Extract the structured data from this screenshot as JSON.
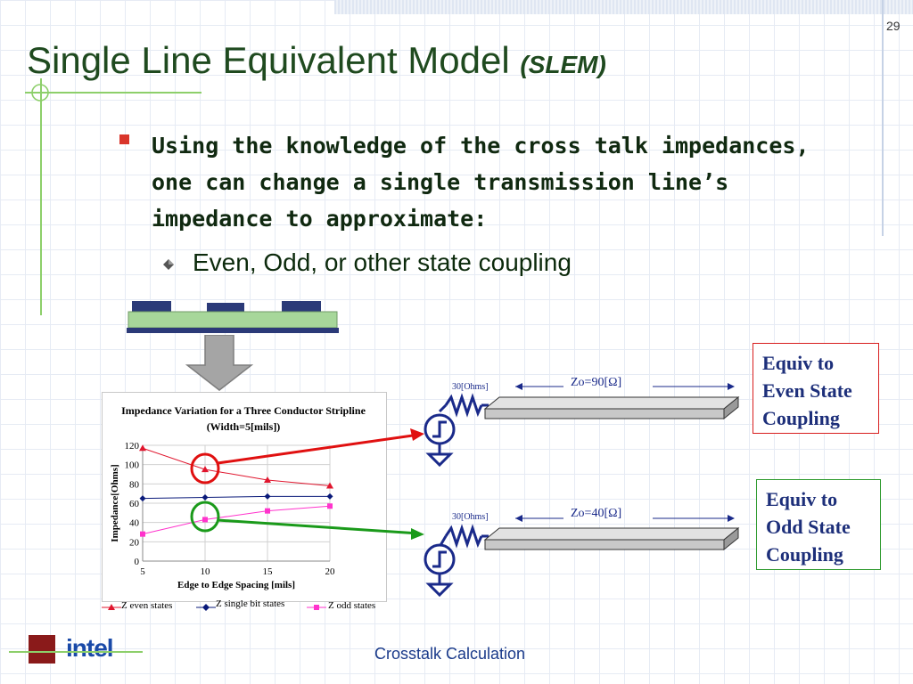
{
  "slide": {
    "number": "29",
    "title": "Single Line Equivalent Model",
    "title_abbr": "(SLEM)",
    "bullet": "Using the knowledge of the cross talk impedances, one can change a single transmission line’s impedance to approximate:",
    "sub_bullet": "Even, Odd, or other state coupling",
    "footer": "Crosstalk Calculation",
    "logo": "intel"
  },
  "colors": {
    "title": "#1f4a1f",
    "bullet_square": "#d9352b",
    "even_series": "#e0152d",
    "single_series": "#0a1a7a",
    "odd_series": "#ff33cc",
    "red_arrow": "#e01010",
    "green_arrow": "#1a9a1a",
    "equiv_text": "#1d2f7a"
  },
  "chart_data": {
    "type": "line",
    "title": "Impedance Variation for a Three Conductor Stripline",
    "subtitle": "(Width=5[mils])",
    "xlabel": "Edge to Edge Spacing [mils]",
    "ylabel": "Impedance[Ohms]",
    "x": [
      5,
      10,
      15,
      20
    ],
    "xticks": [
      "5",
      "10",
      "15",
      "20"
    ],
    "yticks": [
      "0",
      "20",
      "40",
      "60",
      "80",
      "100",
      "120"
    ],
    "xlim": [
      5,
      20
    ],
    "ylim": [
      0,
      120
    ],
    "grid": true,
    "legend_position": "bottom",
    "series": [
      {
        "name": "Z even states",
        "values": [
          117,
          95,
          84,
          78
        ],
        "marker": "triangle"
      },
      {
        "name": "Z single bit states",
        "values": [
          65,
          66,
          67,
          67
        ],
        "marker": "diamond"
      },
      {
        "name": "Z odd states",
        "values": [
          28,
          43,
          52,
          57
        ],
        "marker": "square"
      }
    ]
  },
  "circuits": [
    {
      "source_r": "30[Ohms]",
      "zo": "Zo=90[Ω]",
      "equiv": "Equiv to Even State Coupling",
      "equiv_lines": [
        "Equiv to",
        "Even State",
        "Coupling"
      ]
    },
    {
      "source_r": "30[Ohms]",
      "zo": "Zo=40[Ω]",
      "equiv": "Equiv to Odd State Coupling",
      "equiv_lines": [
        "Equiv to",
        "Odd State",
        "Coupling"
      ]
    }
  ]
}
